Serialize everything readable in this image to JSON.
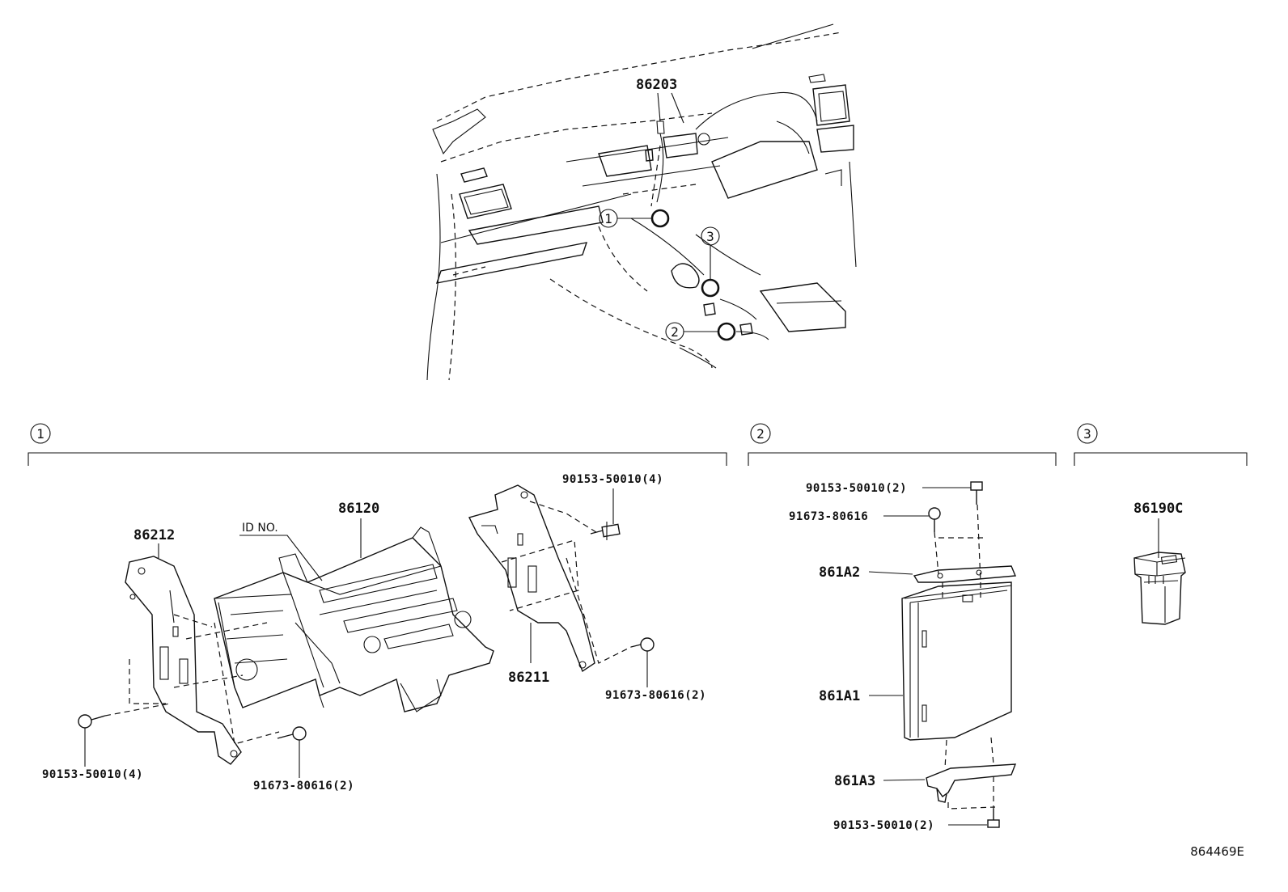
{
  "markers": {
    "one": "1",
    "two": "2",
    "three": "3"
  },
  "dashboard_parts": {
    "top_part": "86203"
  },
  "group_1": {
    "marker": "1",
    "id_label": "ID NO.",
    "parts": {
      "bracket_left": "86212",
      "audio_unit": "86120",
      "bracket_right": "86211",
      "screw_top_right": "90153-50010(4)",
      "screw_right": "91673-80616(2)",
      "screw_left": "90153-50010(4)",
      "screw_bottom": "91673-80616(2)"
    }
  },
  "group_2": {
    "marker": "2",
    "parts": {
      "screw_top": "90153-50010(2)",
      "screw_top2": "91673-80616",
      "bracket_upper": "861A2",
      "module": "861A1",
      "bracket_lower": "861A3",
      "screw_bottom": "90153-50010(2)"
    }
  },
  "group_3": {
    "marker": "3",
    "parts": {
      "switch": "86190C"
    }
  },
  "illustration_code": "864469E",
  "icons": [
    "screw-icon",
    "bolt-icon",
    "circle-marker-icon"
  ]
}
